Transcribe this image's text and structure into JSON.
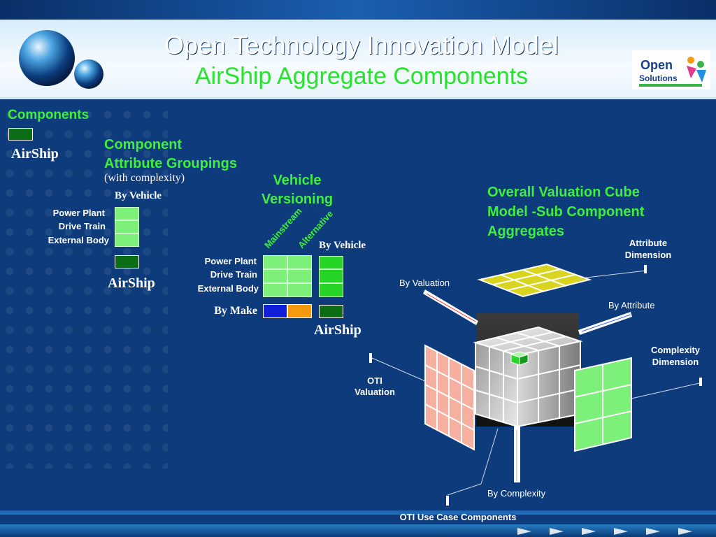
{
  "header": {
    "title_line1": "Open Technology Innovation Model",
    "title_line2": "AirShip Aggregate Components",
    "logo_text": "Open Solutions"
  },
  "components": {
    "heading": "Components",
    "airship_label": "AirShip"
  },
  "attribute_groupings": {
    "heading_line1": "Component",
    "heading_line2": "Attribute Groupings",
    "subheading": "(with complexity)",
    "by_vehicle": "By Vehicle",
    "rows": [
      "Power Plant",
      "Drive Train",
      "External Body"
    ],
    "airship_label": "AirShip"
  },
  "vehicle_versioning": {
    "heading_line1": "Vehicle",
    "heading_line2": "Versioning",
    "col_mainstream": "Mainstream",
    "col_alternative": "Alternative",
    "by_vehicle": "By Vehicle",
    "rows": [
      "Power Plant",
      "Drive Train",
      "External Body"
    ],
    "by_make": "By Make",
    "airship_label": "AirShip",
    "make_colors": [
      "#1020d8",
      "#f59a10"
    ]
  },
  "cube_model": {
    "heading_line1": "Overall Valuation Cube",
    "heading_line2": "Model -Sub Component",
    "heading_line3": "Aggregates",
    "attribute_dimension_line1": "Attribute",
    "attribute_dimension_line2": "Dimension",
    "by_valuation": "By Valuation",
    "by_attribute": "By Attribute",
    "complexity_dimension_line1": "Complexity",
    "complexity_dimension_line2": "Dimension",
    "oti_valuation_line1": "OTI",
    "oti_valuation_line2": "Valuation",
    "by_complexity": "By Complexity",
    "panel_colors": {
      "attribute": "#d8d420",
      "valuation": "#f7b0a0",
      "complexity": "#7df07a"
    }
  },
  "footer": {
    "caption": "OTI Use Case Components"
  }
}
